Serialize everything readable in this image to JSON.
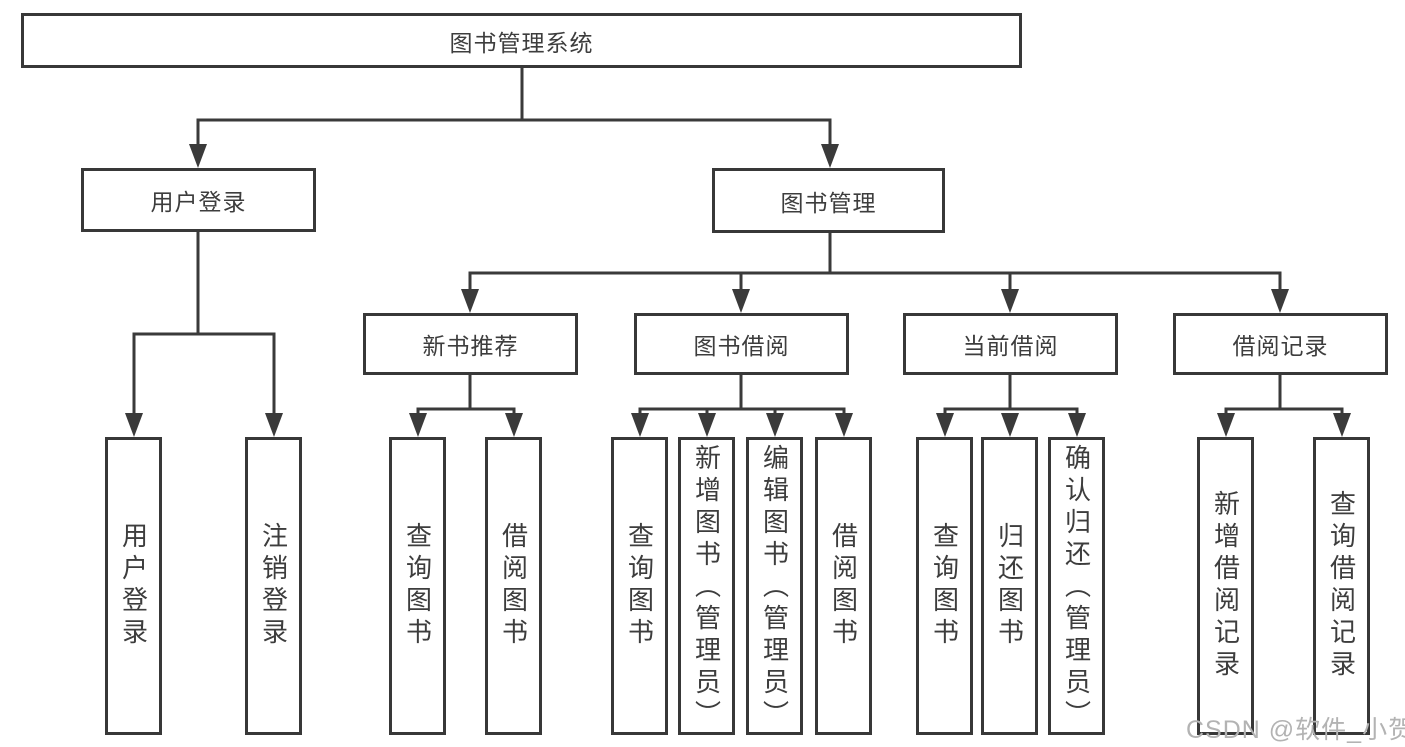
{
  "colors": {
    "line": "#3a3a3a",
    "box_border": "#383838",
    "text": "#3d3d3d",
    "background": "#ffffff",
    "watermark": "#b3b3b3"
  },
  "watermark": {
    "text": "CSDN @软件_小贺同学"
  },
  "tree": {
    "root": {
      "label": "图书管理系统"
    },
    "branches": [
      {
        "label": "用户登录",
        "leaves": [
          {
            "label": "用户登录"
          },
          {
            "label": "注销登录"
          }
        ]
      },
      {
        "label": "图书管理",
        "sections": [
          {
            "label": "新书推荐",
            "leaves": [
              {
                "label": "查询图书"
              },
              {
                "label": "借阅图书"
              }
            ]
          },
          {
            "label": "图书借阅",
            "leaves": [
              {
                "label": "查询图书"
              },
              {
                "label": "新增图书（管理员）"
              },
              {
                "label": "编辑图书（管理员）"
              },
              {
                "label": "借阅图书"
              }
            ]
          },
          {
            "label": "当前借阅",
            "leaves": [
              {
                "label": "查询图书"
              },
              {
                "label": "归还图书"
              },
              {
                "label": "确认归还（管理员）"
              }
            ]
          },
          {
            "label": "借阅记录",
            "leaves": [
              {
                "label": "新增借阅记录"
              },
              {
                "label": "查询借阅记录"
              }
            ]
          }
        ]
      }
    ]
  }
}
